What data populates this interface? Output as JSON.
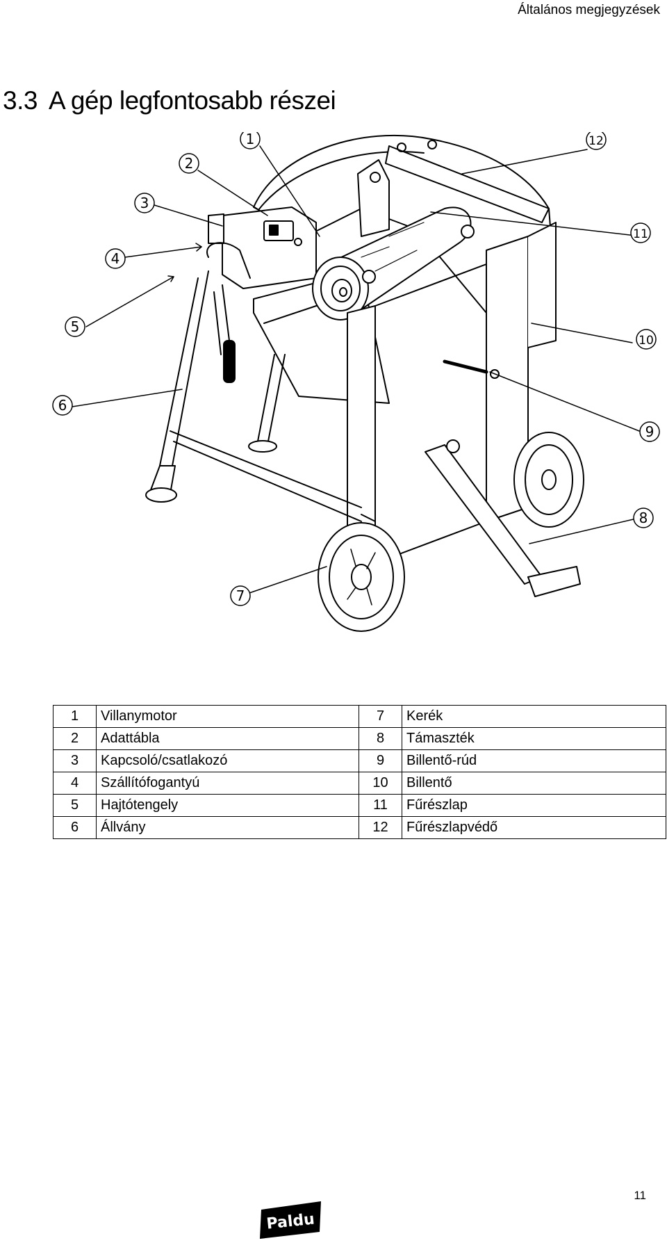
{
  "header": {
    "running_title": "Általános megjegyzések"
  },
  "section": {
    "number": "3.3",
    "title": "A gép legfontosabb részei"
  },
  "figure": {
    "callouts": [
      "1",
      "2",
      "3",
      "4",
      "5",
      "6",
      "7",
      "8",
      "9",
      "10",
      "11",
      "12"
    ]
  },
  "parts": [
    {
      "left_num": "1",
      "left_name": "Villanymotor",
      "right_num": "7",
      "right_name": "Kerék"
    },
    {
      "left_num": "2",
      "left_name": "Adattábla",
      "right_num": "8",
      "right_name": "Támaszték"
    },
    {
      "left_num": "3",
      "left_name": "Kapcsoló/csatlakozó",
      "right_num": "9",
      "right_name": "Billentő-rúd"
    },
    {
      "left_num": "4",
      "left_name": "Szállítófogantyú",
      "right_num": "10",
      "right_name": "Billentő"
    },
    {
      "left_num": "5",
      "left_name": "Hajtótengely",
      "right_num": "11",
      "right_name": "Fűrészlap"
    },
    {
      "left_num": "6",
      "left_name": "Állvány",
      "right_num": "12",
      "right_name": "Fűrészlapvédő"
    }
  ],
  "footer": {
    "page_number": "11",
    "brand": "Paldu"
  }
}
